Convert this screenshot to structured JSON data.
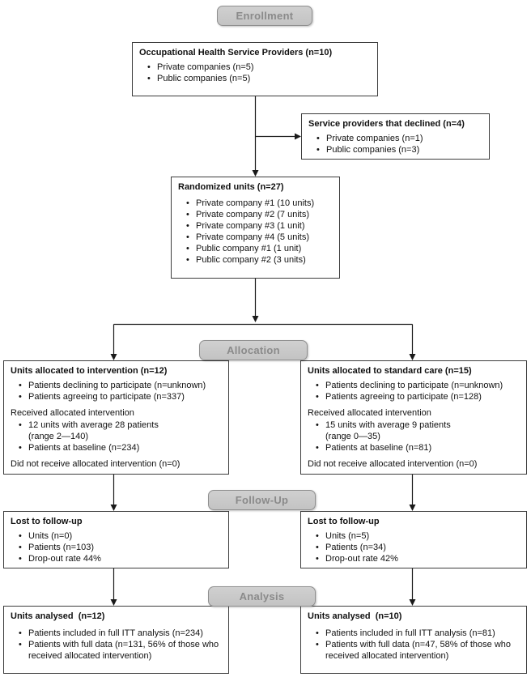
{
  "stages": {
    "enrollment": "Enrollment",
    "allocation": "Allocation",
    "follow_up": "Follow-Up",
    "analysis": "Analysis"
  },
  "boxes": {
    "providers": {
      "title": "Occupational Health Service Providers (n=10)",
      "bullets": [
        "Private companies (n=5)",
        "Public companies (n=5)"
      ]
    },
    "declined": {
      "title": "Service providers that declined (n=4)",
      "bullets": [
        "Private companies (n=1)",
        "Public companies (n=3)"
      ]
    },
    "randomized": {
      "title": "Randomized units (n=27)",
      "bullets": [
        "Private company #1 (10 units)",
        "Private company #2 (7 units)",
        "Private company #3 (1 unit)",
        "Private company #4 (5 units)",
        "Public company #1 (1 unit)",
        "Public company #2 (3 units)"
      ]
    },
    "intervention": {
      "title": "Units allocated to intervention (n=12)",
      "participation_bullets": [
        "Patients declining to participate (n=unknown)",
        "Patients agreeing to participate (n=337)"
      ],
      "received_heading": "Received allocated intervention",
      "received_bullets": [
        "12 units with average 28 patients\n(range 2—140)",
        "Patients at baseline (n=234)"
      ],
      "not_received": "Did not receive allocated intervention (n=0)"
    },
    "standard_care": {
      "title": "Units allocated to standard care (n=15)",
      "participation_bullets": [
        "Patients declining to participate (n=unknown)",
        "Patients agreeing to participate (n=128)"
      ],
      "received_heading": "Received allocated intervention",
      "received_bullets": [
        "15 units with average 9 patients\n(range 0—35)",
        "Patients at baseline (n=81)"
      ],
      "not_received": "Did not receive allocated intervention (n=0)"
    },
    "followup_intervention": {
      "title": "Lost to follow-up",
      "bullets": [
        "Units (n=0)",
        "Patients (n=103)",
        "Drop-out rate 44%"
      ]
    },
    "followup_standard": {
      "title": "Lost to follow-up",
      "bullets": [
        "Units (n=5)",
        "Patients (n=34)",
        "Drop-out rate 42%"
      ]
    },
    "analysis_intervention": {
      "title": "Units analysed  (n=12)",
      "bullets": [
        "Patients included in full ITT analysis (n=234)",
        "Patients with full data (n=131, 56% of those who received allocated intervention)"
      ]
    },
    "analysis_standard": {
      "title": "Units analysed  (n=10)",
      "bullets": [
        "Patients included in full ITT analysis (n=81)",
        "Patients with full data (n=47, 58% of those who received allocated intervention)"
      ]
    }
  },
  "colors": {
    "stage_badge_bg": "#c9c9c9",
    "stage_badge_text": "#8a8a8a",
    "box_border": "#3c3c3c",
    "connector": "#1a1a1a"
  }
}
